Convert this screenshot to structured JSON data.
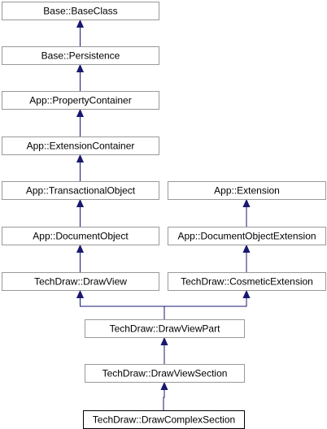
{
  "diagram": {
    "type": "class-inheritance",
    "colors": {
      "background": "#ffffff",
      "node_fill": "#ffffff",
      "node_border": "#999999",
      "focus_border": "#000000",
      "edge": "#191970",
      "text": "#000000"
    },
    "nodes": [
      {
        "id": "BaseClass",
        "label": "Base::BaseClass"
      },
      {
        "id": "Persistence",
        "label": "Base::Persistence"
      },
      {
        "id": "PropertyContainer",
        "label": "App::PropertyContainer"
      },
      {
        "id": "ExtensionContainer",
        "label": "App::ExtensionContainer"
      },
      {
        "id": "TransactionalObject",
        "label": "App::TransactionalObject"
      },
      {
        "id": "Extension",
        "label": "App::Extension"
      },
      {
        "id": "DocumentObject",
        "label": "App::DocumentObject"
      },
      {
        "id": "DocumentObjectExtension",
        "label": "App::DocumentObjectExtension"
      },
      {
        "id": "DrawView",
        "label": "TechDraw::DrawView"
      },
      {
        "id": "CosmeticExtension",
        "label": "TechDraw::CosmeticExtension"
      },
      {
        "id": "DrawViewPart",
        "label": "TechDraw::DrawViewPart"
      },
      {
        "id": "DrawViewSection",
        "label": "TechDraw::DrawViewSection"
      },
      {
        "id": "DrawComplexSection",
        "label": "TechDraw::DrawComplexSection",
        "focus": true
      }
    ],
    "edges": [
      {
        "from": "Persistence",
        "to": "BaseClass"
      },
      {
        "from": "PropertyContainer",
        "to": "Persistence"
      },
      {
        "from": "ExtensionContainer",
        "to": "PropertyContainer"
      },
      {
        "from": "TransactionalObject",
        "to": "ExtensionContainer"
      },
      {
        "from": "DocumentObject",
        "to": "TransactionalObject"
      },
      {
        "from": "DocumentObjectExtension",
        "to": "Extension"
      },
      {
        "from": "DrawView",
        "to": "DocumentObject"
      },
      {
        "from": "CosmeticExtension",
        "to": "DocumentObjectExtension"
      },
      {
        "from": "DrawViewPart",
        "to": "DrawView"
      },
      {
        "from": "DrawViewPart",
        "to": "CosmeticExtension"
      },
      {
        "from": "DrawViewSection",
        "to": "DrawViewPart"
      },
      {
        "from": "DrawComplexSection",
        "to": "DrawViewSection"
      }
    ]
  }
}
